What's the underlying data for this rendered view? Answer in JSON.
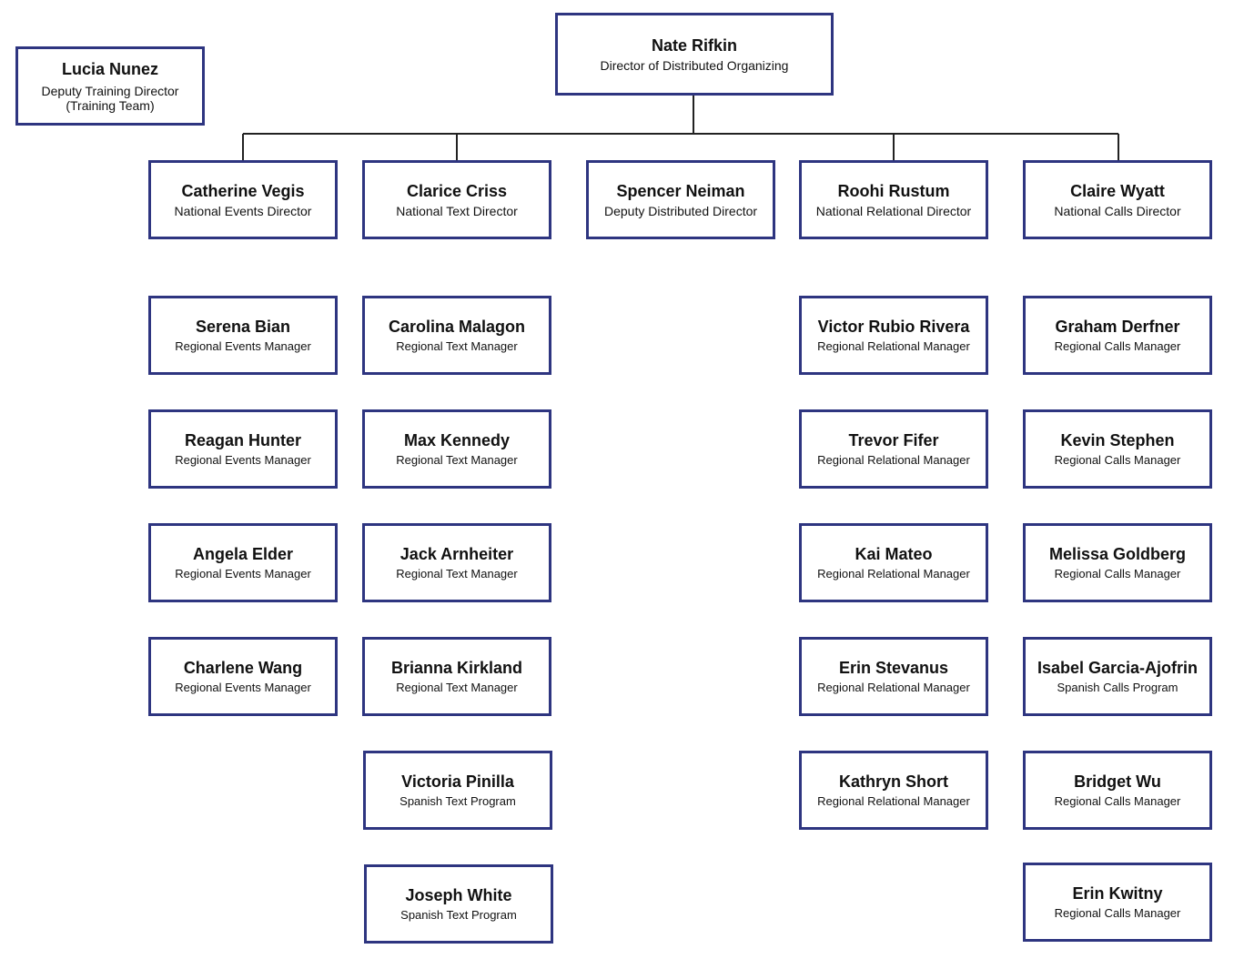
{
  "top": {
    "name": "Nate Rifkin",
    "title": "Director of Distributed Organizing"
  },
  "side": {
    "name": "Lucia Nunez",
    "title": "Deputy Training Director\n(Training Team)"
  },
  "directors": [
    {
      "name": "Catherine Vegis",
      "title": "National Events Director"
    },
    {
      "name": "Clarice Criss",
      "title": "National Text Director"
    },
    {
      "name": "Spencer Neiman",
      "title": "Deputy Distributed Director"
    },
    {
      "name": "Roohi Rustum",
      "title": "National Relational Director"
    },
    {
      "name": "Claire Wyatt",
      "title": "National Calls Director"
    }
  ],
  "events": [
    {
      "name": "Serena Bian",
      "title": "Regional Events Manager"
    },
    {
      "name": "Reagan Hunter",
      "title": "Regional Events Manager"
    },
    {
      "name": "Angela Elder",
      "title": "Regional Events Manager"
    },
    {
      "name": "Charlene Wang",
      "title": "Regional Events Manager"
    }
  ],
  "text": [
    {
      "name": "Carolina Malagon",
      "title": "Regional Text Manager"
    },
    {
      "name": "Max Kennedy",
      "title": "Regional Text Manager"
    },
    {
      "name": "Jack Arnheiter",
      "title": "Regional Text Manager"
    },
    {
      "name": "Brianna Kirkland",
      "title": "Regional Text Manager"
    },
    {
      "name": "Victoria Pinilla",
      "title": "Spanish Text Program"
    },
    {
      "name": "Joseph White",
      "title": "Spanish Text Program"
    }
  ],
  "relational": [
    {
      "name": "Victor Rubio Rivera",
      "title": "Regional Relational Manager"
    },
    {
      "name": "Trevor Fifer",
      "title": "Regional Relational Manager"
    },
    {
      "name": "Kai Mateo",
      "title": "Regional Relational Manager"
    },
    {
      "name": "Erin Stevanus",
      "title": "Regional Relational Manager"
    },
    {
      "name": "Kathryn Short",
      "title": "Regional Relational Manager"
    }
  ],
  "calls": [
    {
      "name": "Graham Derfner",
      "title": "Regional Calls Manager"
    },
    {
      "name": "Kevin Stephen",
      "title": "Regional Calls Manager"
    },
    {
      "name": "Melissa Goldberg",
      "title": "Regional Calls Manager"
    },
    {
      "name": "Isabel Garcia-Ajofrin",
      "title": "Spanish Calls Program"
    },
    {
      "name": "Bridget Wu",
      "title": "Regional Calls Manager"
    },
    {
      "name": "Erin Kwitny",
      "title": "Regional Calls Manager"
    }
  ]
}
